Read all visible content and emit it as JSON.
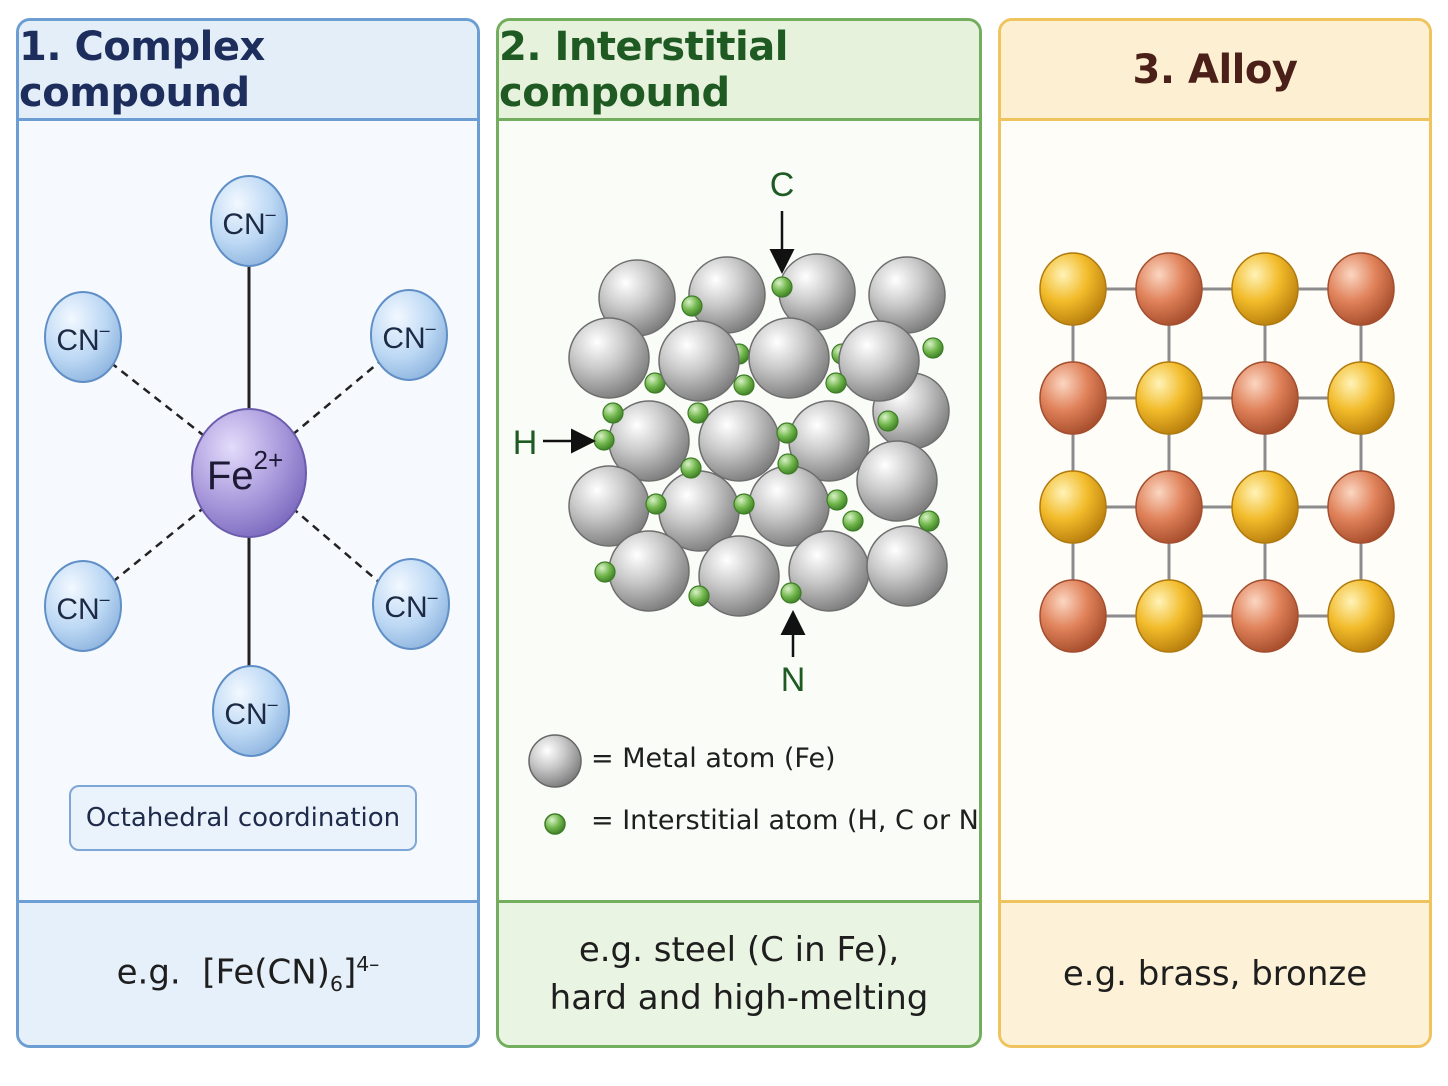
{
  "panels": [
    {
      "title": "1. Complex compound",
      "center_ion": {
        "symbol": "Fe",
        "charge": "2+"
      },
      "ligand": {
        "symbol": "CN",
        "charge": "–"
      },
      "note": "Octahedral coordination",
      "example": {
        "prefix": "e.g.",
        "formula_a": "[Fe(CN)",
        "sub": "6",
        "formula_b": "]",
        "sup": "4–"
      }
    },
    {
      "title": "2. Interstitial compound",
      "labels": {
        "top": "C",
        "left": "H",
        "bottom": "N"
      },
      "legend": {
        "metal": "= Metal atom (Fe)",
        "interstitial": "= Interstitial atom (H, C or N)"
      },
      "example_line1": "e.g. steel (C in Fe),",
      "example_line2": "hard and high-melting"
    },
    {
      "title": "3. Alloy",
      "example": "e.g. brass, bronze",
      "grid_pattern": [
        [
          "gold",
          "copper",
          "gold",
          "copper"
        ],
        [
          "copper",
          "gold",
          "copper",
          "gold"
        ],
        [
          "gold",
          "copper",
          "gold",
          "copper"
        ],
        [
          "copper",
          "gold",
          "copper",
          "gold"
        ]
      ]
    }
  ],
  "colors": {
    "panel1_border": "#6d9ed3",
    "panel2_border": "#73ad5e",
    "panel3_border": "#efc35e",
    "gold": "#f0b51f",
    "copper": "#e0825a",
    "ligand_blue": "#bcd8f4",
    "iron_purple": "#9f8fd6"
  }
}
